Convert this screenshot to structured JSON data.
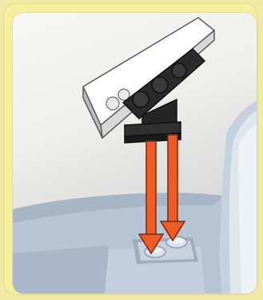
{
  "scene": {
    "description_hidden": "",
    "colors": {
      "frame": "#f8ee9f",
      "panel_bg": "#eeeeea",
      "plate_white": "#ffffff",
      "brick_black": "#202020",
      "base_blue_gray": "#b9c6d6",
      "arrow_orange": "#f05a24"
    },
    "icons": [
      "white-tile-plate",
      "black-hinge-brick",
      "down-arrow",
      "down-arrow",
      "blue-gray-base",
      "stud-slots"
    ]
  }
}
